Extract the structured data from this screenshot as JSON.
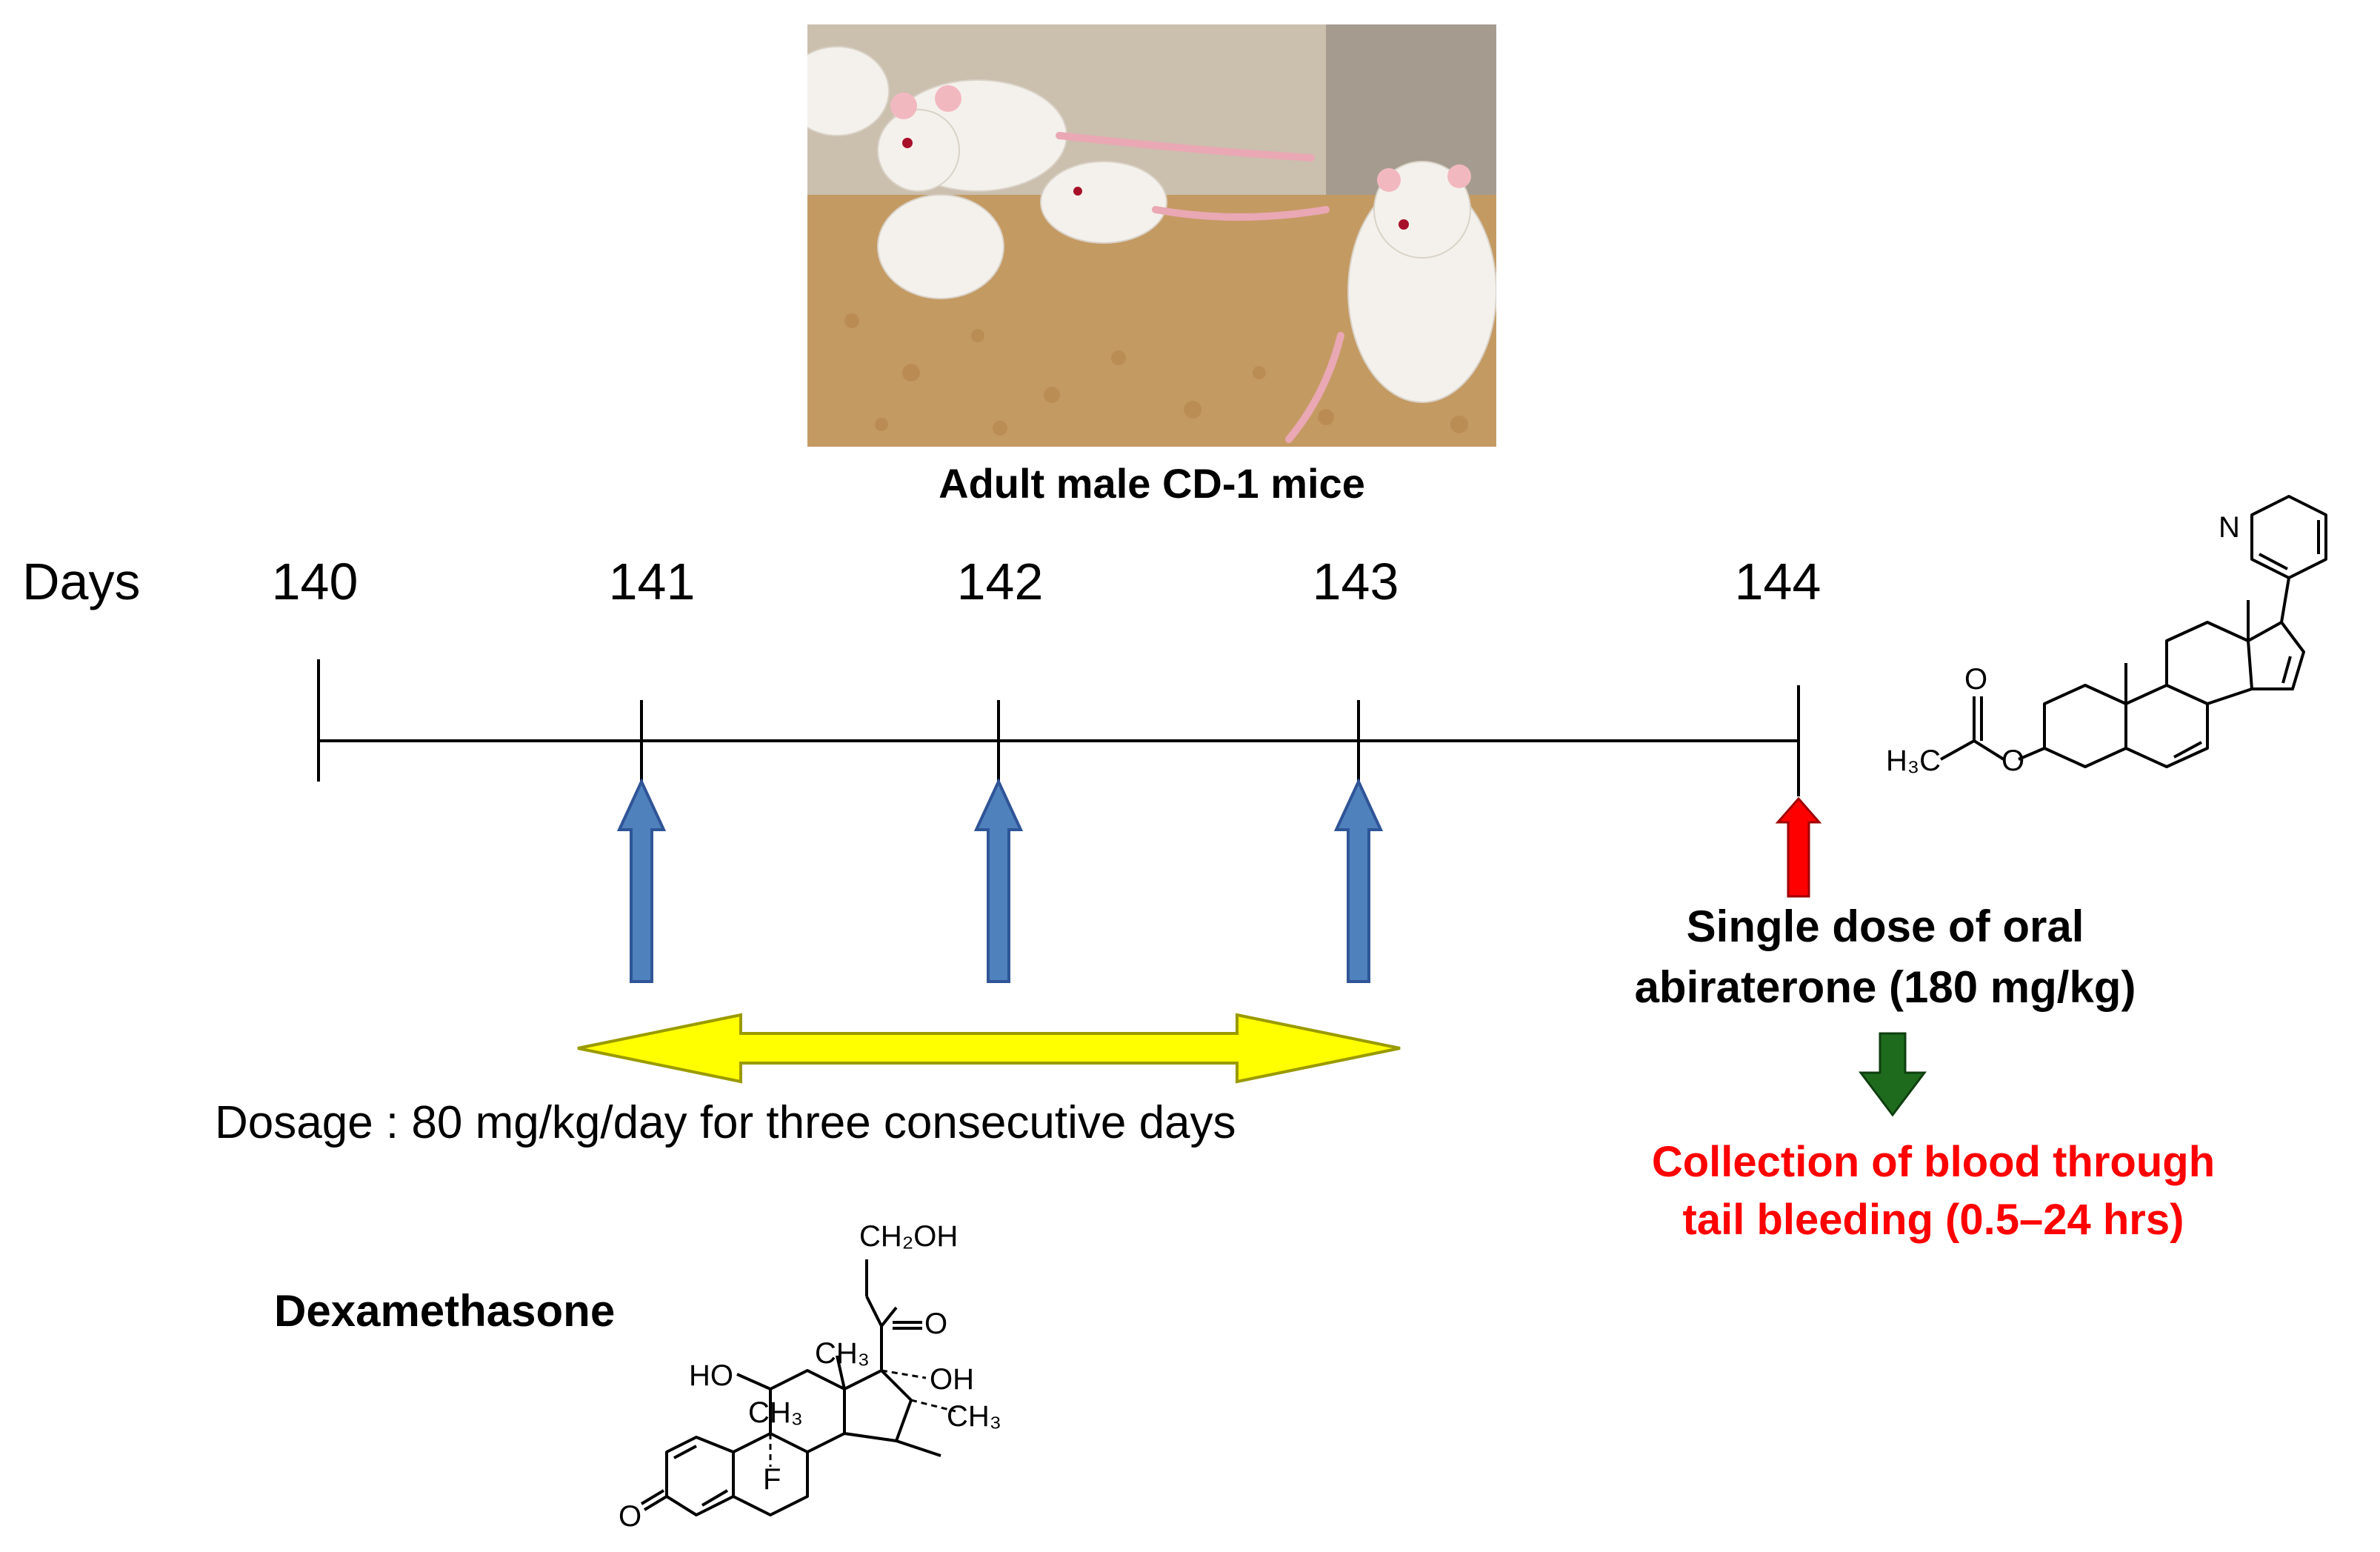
{
  "photo": {
    "caption": "Adult male CD-1 mice"
  },
  "timeline": {
    "axis_label": "Days",
    "ticks": [
      "140",
      "141",
      "142",
      "143",
      "144"
    ]
  },
  "dosage": {
    "text": "Dosage : 80 mg/kg/day  for three consecutive days"
  },
  "dexamethasone": {
    "name": "Dexamethasone",
    "atoms": {
      "ch2oh": "CH₂OH",
      "carbonyl_o": "O",
      "oh": "OH",
      "ho": "HO",
      "ch3_a": "CH₃",
      "ch3_b": "CH₃",
      "ch3_c": "CH₃",
      "f": "F",
      "ketone_o": "O"
    }
  },
  "abiraterone": {
    "line1": "Single  dose of oral",
    "line2": "abiraterone  (180 mg/kg)",
    "atoms": {
      "n": "N",
      "h3c": "H₃C",
      "o_ester": "O",
      "o_carbonyl": "O"
    }
  },
  "blood": {
    "line1": "Collection of blood through",
    "line2": "tail bleeding (0.5–24 hrs)"
  },
  "colors": {
    "blue_arrow": "#4f81bd",
    "yellow_arrow": "#ffff00",
    "red_arrow": "#ff0000",
    "green_arrow": "#1e6b1e",
    "blood_text": "#ff0000"
  }
}
